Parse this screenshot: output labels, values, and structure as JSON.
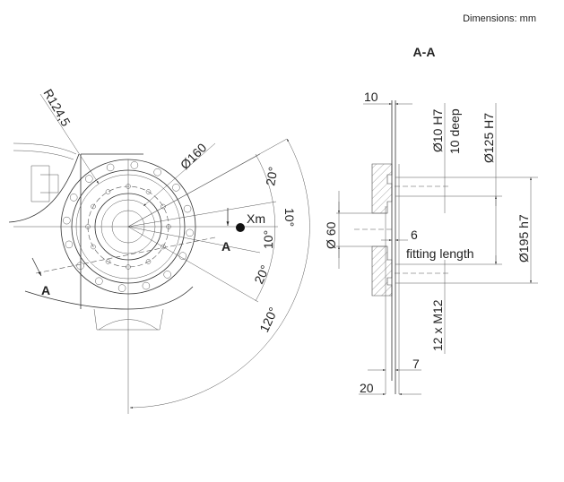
{
  "header": {
    "units": "Dimensions: mm",
    "section_title": "A-A"
  },
  "front_view": {
    "radius_label": "R124,5",
    "flange_diameter": "Ø160",
    "mass_center_label": "Xm",
    "section_mark_right": "A",
    "section_mark_left": "A",
    "angle_upper_outer": "20°",
    "angle_upper_inner": "10°",
    "angle_lower_inner": "10°",
    "angle_lower_outer": "20°",
    "angle_range": "120°"
  },
  "section_view": {
    "dim_top": "10",
    "pin_hole": "Ø10 H7",
    "pin_depth": "10 deep",
    "bore": "Ø125 H7",
    "outer": "Ø195 h7",
    "spigot": "Ø 60",
    "fitting_depth": "6",
    "fitting_label": "fitting length",
    "threads": "12 x M12",
    "dim_7": "7",
    "dim_20": "20"
  },
  "colors": {
    "line": "#333333",
    "background": "#ffffff"
  }
}
